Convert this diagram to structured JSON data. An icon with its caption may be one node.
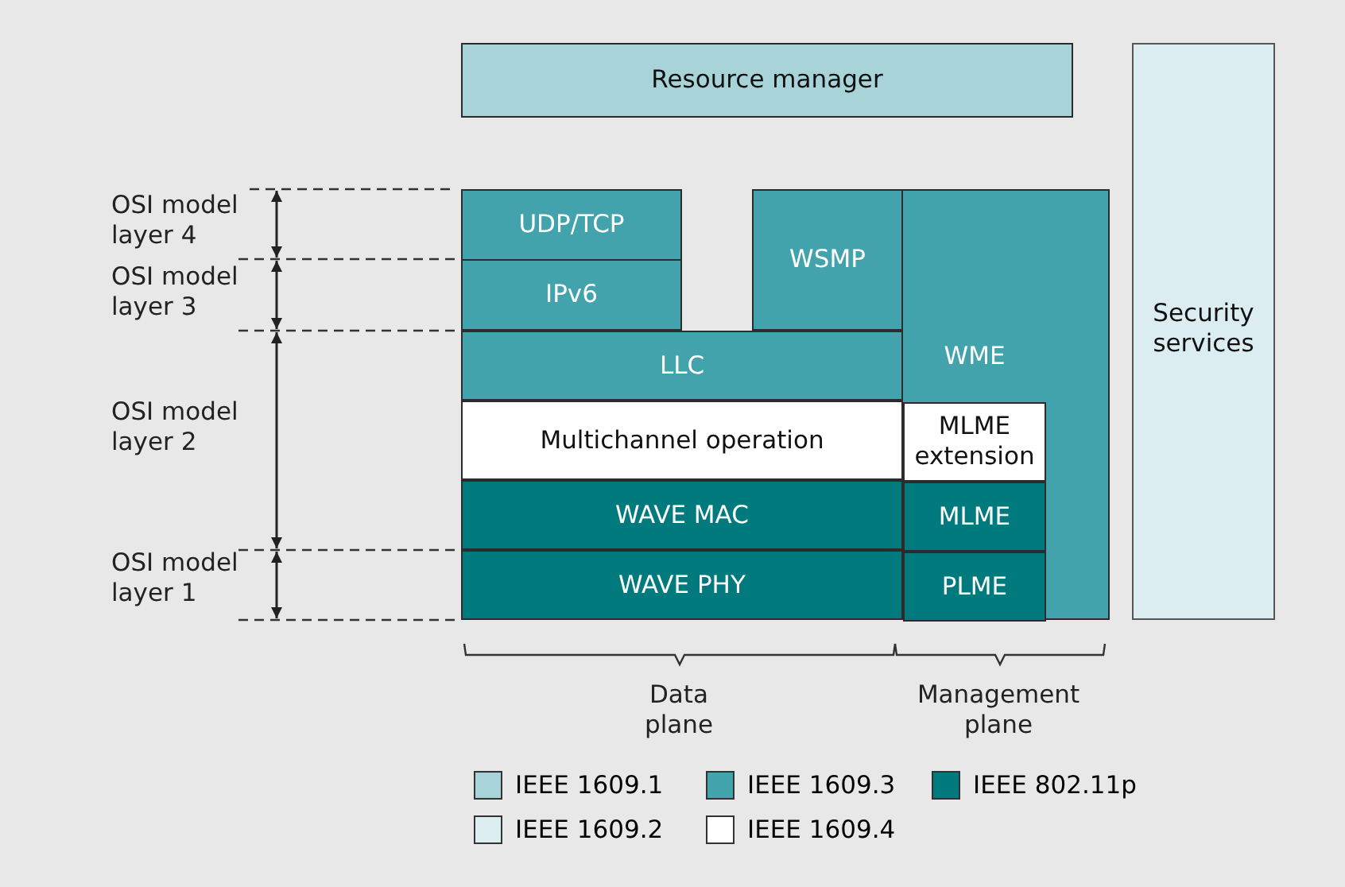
{
  "diagram": {
    "nodes": [
      {
        "text": [
          "Resource manager"
        ]
      },
      {
        "text": [
          "Security services"
        ]
      },
      {
        "text": [
          "UDP/TCP"
        ]
      },
      {
        "text": [
          "IPv6"
        ]
      },
      {
        "text": [
          "WSMP"
        ]
      },
      {
        "text": [
          "LLC"
        ]
      },
      {
        "text": [
          "WME"
        ]
      },
      {
        "text": [
          "Multichannel operation"
        ]
      },
      {
        "text": [
          "MLME extension"
        ],
        "in": 6
      },
      {
        "text": [
          "WAVE MAC"
        ]
      },
      {
        "text": [
          "MLME"
        ],
        "in": 6
      },
      {
        "text": [
          "WAVE PHY"
        ]
      },
      {
        "text": [
          "PLME"
        ],
        "in": 6
      }
    ],
    "labels": [
      "OSI model layer 4",
      "OSI model layer 3",
      "OSI model layer 2",
      "OSI model layer 1",
      "Data plane",
      "Management plane"
    ],
    "legend": [
      {
        "text": "IEEE 1609.1",
        "color": "#a8d3d8"
      },
      {
        "text": "IEEE 1609.3",
        "color": "#43a3ad"
      },
      {
        "text": "IEEE 802.11p",
        "color": "#007a7c"
      },
      {
        "text": "IEEE 1609.2",
        "color": "#dbedf0"
      },
      {
        "text": "IEEE 1609.4",
        "color": "#ffffff"
      }
    ]
  }
}
